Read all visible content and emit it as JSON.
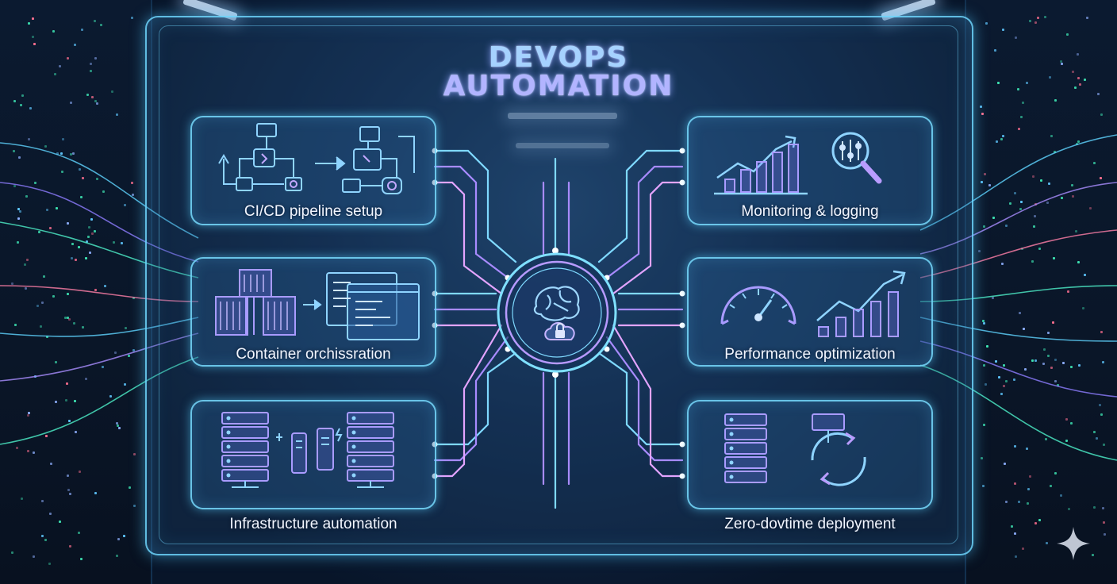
{
  "title": {
    "line1": "DEVOPS",
    "line2": "AUTOMATION"
  },
  "cards": {
    "cicd": {
      "label": "CI/CD pipeline setup",
      "icon": "pipeline-flow-icon"
    },
    "container": {
      "label": "Container orchissration",
      "icon": "container-stack-icon"
    },
    "infra": {
      "label": "Infrastructure automation",
      "icon": "server-rack-icon"
    },
    "monitoring": {
      "label": "Monitoring & logging",
      "icon": "chart-magnifier-icon"
    },
    "performance": {
      "label": "Performance optimization",
      "icon": "speedometer-chart-icon"
    },
    "deployment": {
      "label": "Zero-dovtime deployment",
      "icon": "server-refresh-icon"
    }
  },
  "hub": {
    "icon": "brain-cloud-lock-icon"
  },
  "colors": {
    "accent_cyan": "#6fd8ff",
    "accent_violet": "#9a86ff",
    "accent_pink": "#e7a6ff",
    "background": "#061224"
  }
}
